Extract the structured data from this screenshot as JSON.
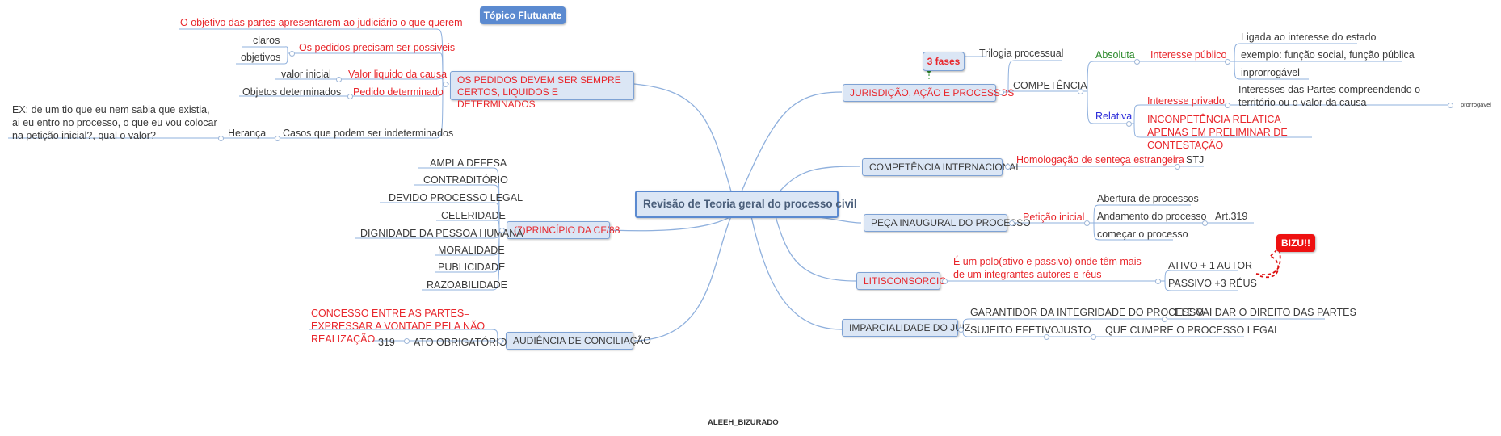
{
  "floating_topic": "Tópico Flutuante",
  "center": "Revisão de Teoria geral do processo civil",
  "footer": "ALEEH_BIZURADO",
  "left": {
    "pedidos": {
      "title": "OS PEDIDOS DEVEM SER SEMPRE CERTOS, LIQUIDOS E DETERMINADOS",
      "objetivo": "O objetivo das partes apresentarem ao  judiciário o que querem",
      "possiveis": "Os pedidos precisam ser possiveis",
      "claros": "claros",
      "objetivos": "objetivos",
      "valor_liquido": "Valor liquido da causa",
      "valor_inicial": "valor inicial",
      "pedido_determinado": "Pedido determinado",
      "objetos_determinados": "Objetos determinados",
      "casos": "Casos que podem ser indeterminados",
      "heranca": "Herança",
      "exemplo": "EX: de um tio que eu nem sabia que existia, ai eu entro  no processo, o que eu vou colocar na petição inicial?, qual o valor?"
    },
    "principios": {
      "title": "(7)PRINCÍPIO DA CF/88",
      "items": [
        "AMPLA DEFESA",
        "CONTRADITÓRIO",
        "DEVIDO PROCESSO LEGAL",
        "CELERIDADE",
        "DIGNIDADE DA PESSOA HUMANA",
        "MORALIDADE",
        "PUBLICIDADE",
        "RAZOABILIDADE"
      ]
    },
    "audiencia": {
      "title": "AUDIÊNCIA DE CONCILIAÇÃO",
      "concesso": "CONCESSO ENTRE AS PARTES= EXPRESSAR A VONTADE PELA NÃO REALIZAÇÃO",
      "ato": "ATO OBRIGATÓRIO",
      "num": "319"
    }
  },
  "right": {
    "jurisdicao": {
      "title": "JURISDIÇÃO, AÇÃO E PROCESSOS",
      "fases": "3 fases",
      "trilogia": "Trilogia processual",
      "competencia": "COMPETÊNCIA",
      "absoluta": "Absoluta",
      "interesse_publico": "Interesse público",
      "ligada": "Ligada ao interesse do estado",
      "exemplo": "exemplo: função social, função pública",
      "improrrogavel": "inprorrogável",
      "relativa": "Relativa",
      "interesse_privado": "Interesse privado",
      "interesses_partes": "Interesses das Partes compreendendo o território ou o valor da causa",
      "prorrogavel": "prorrogável",
      "inconpetencia": "INCONPETÊNCIA RELATICA APENAS EM PRELIMINAR DE CONTESTAÇÃO"
    },
    "internacional": {
      "title": "COMPETÊNCIA INTERNACIONAL",
      "homologacao": "Homologação de senteça estrangeira",
      "stj": "STJ"
    },
    "peca": {
      "title": "PEÇA INAUGURAL DO PROCESSO",
      "peticao": "Petição inicial",
      "abertura": "Abertura de processos",
      "andamento": "Andamento do processo",
      "art": "Art.319",
      "comecar": "começar o processo"
    },
    "litis": {
      "title": "LITISCONSORCIO",
      "polo": "É um polo(ativo e passivo) onde têm mais de um integrantes autores e réus",
      "ativo": "ATIVO + 1 AUTOR",
      "passivo": "PASSIVO +3 RÉUS",
      "bizu": "BIZU!!"
    },
    "imparcialidade": {
      "title": "IMPARCIALIDADE DO JUIZ",
      "garantidor": "GARANTIDOR DA INTEGRIDADE DO PROCESSO",
      "direito": "ELE VAI DAR O DIREITO DAS PARTES",
      "sujeito": "SUJEITO EFETIVO",
      "justo": "JUSTO",
      "cumpre": "QUE CUMPRE O PROCESSO LEGAL"
    }
  },
  "colors": {
    "branch": "#8fb0dd",
    "node_fill": "#dbe6f5",
    "node_border": "#7ea2d4",
    "red": "#e8262b",
    "green": "#2e8b2e",
    "blue": "#2b2bd9",
    "bizu": "#ee1111"
  }
}
